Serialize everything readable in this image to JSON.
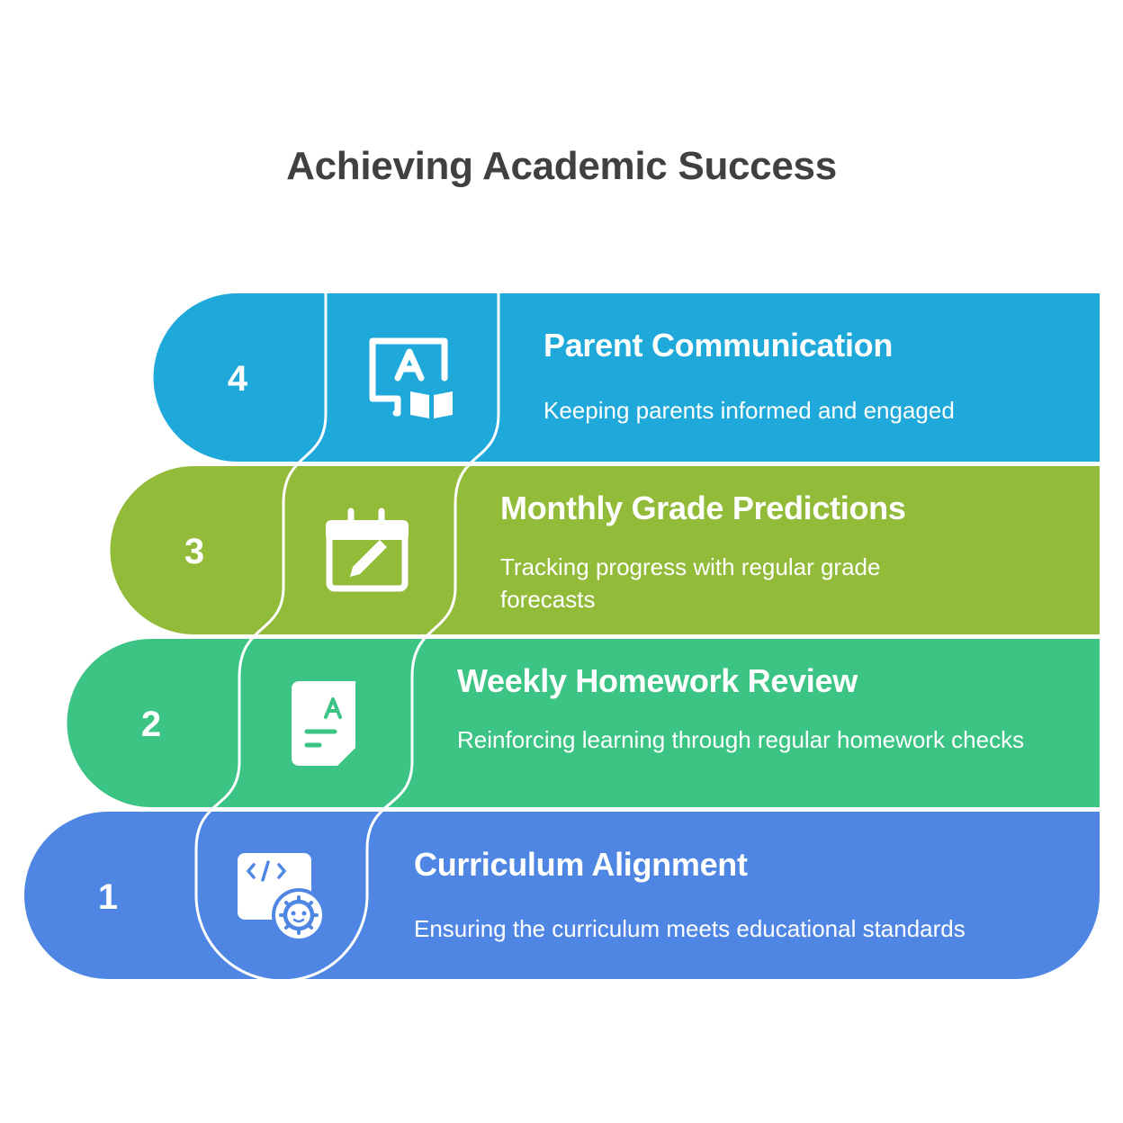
{
  "title": "Achieving Academic Success",
  "steps": [
    {
      "number": "4",
      "title": "Parent Communication",
      "description": "Keeping parents informed and engaged",
      "icon": "monitor-book-icon",
      "color": "#1FA9DA"
    },
    {
      "number": "3",
      "title": "Monthly Grade Predictions",
      "description": "Tracking progress with regular grade forecasts",
      "icon": "calendar-edit-icon",
      "color": "#93BB3A"
    },
    {
      "number": "2",
      "title": "Weekly Homework Review",
      "description": "Reinforcing learning through regular homework checks",
      "icon": "graded-paper-icon",
      "color": "#3CC484"
    },
    {
      "number": "1",
      "title": "Curriculum Alignment",
      "description": "Ensuring the curriculum meets educational standards",
      "icon": "code-window-icon",
      "color": "#4F86E3"
    }
  ]
}
